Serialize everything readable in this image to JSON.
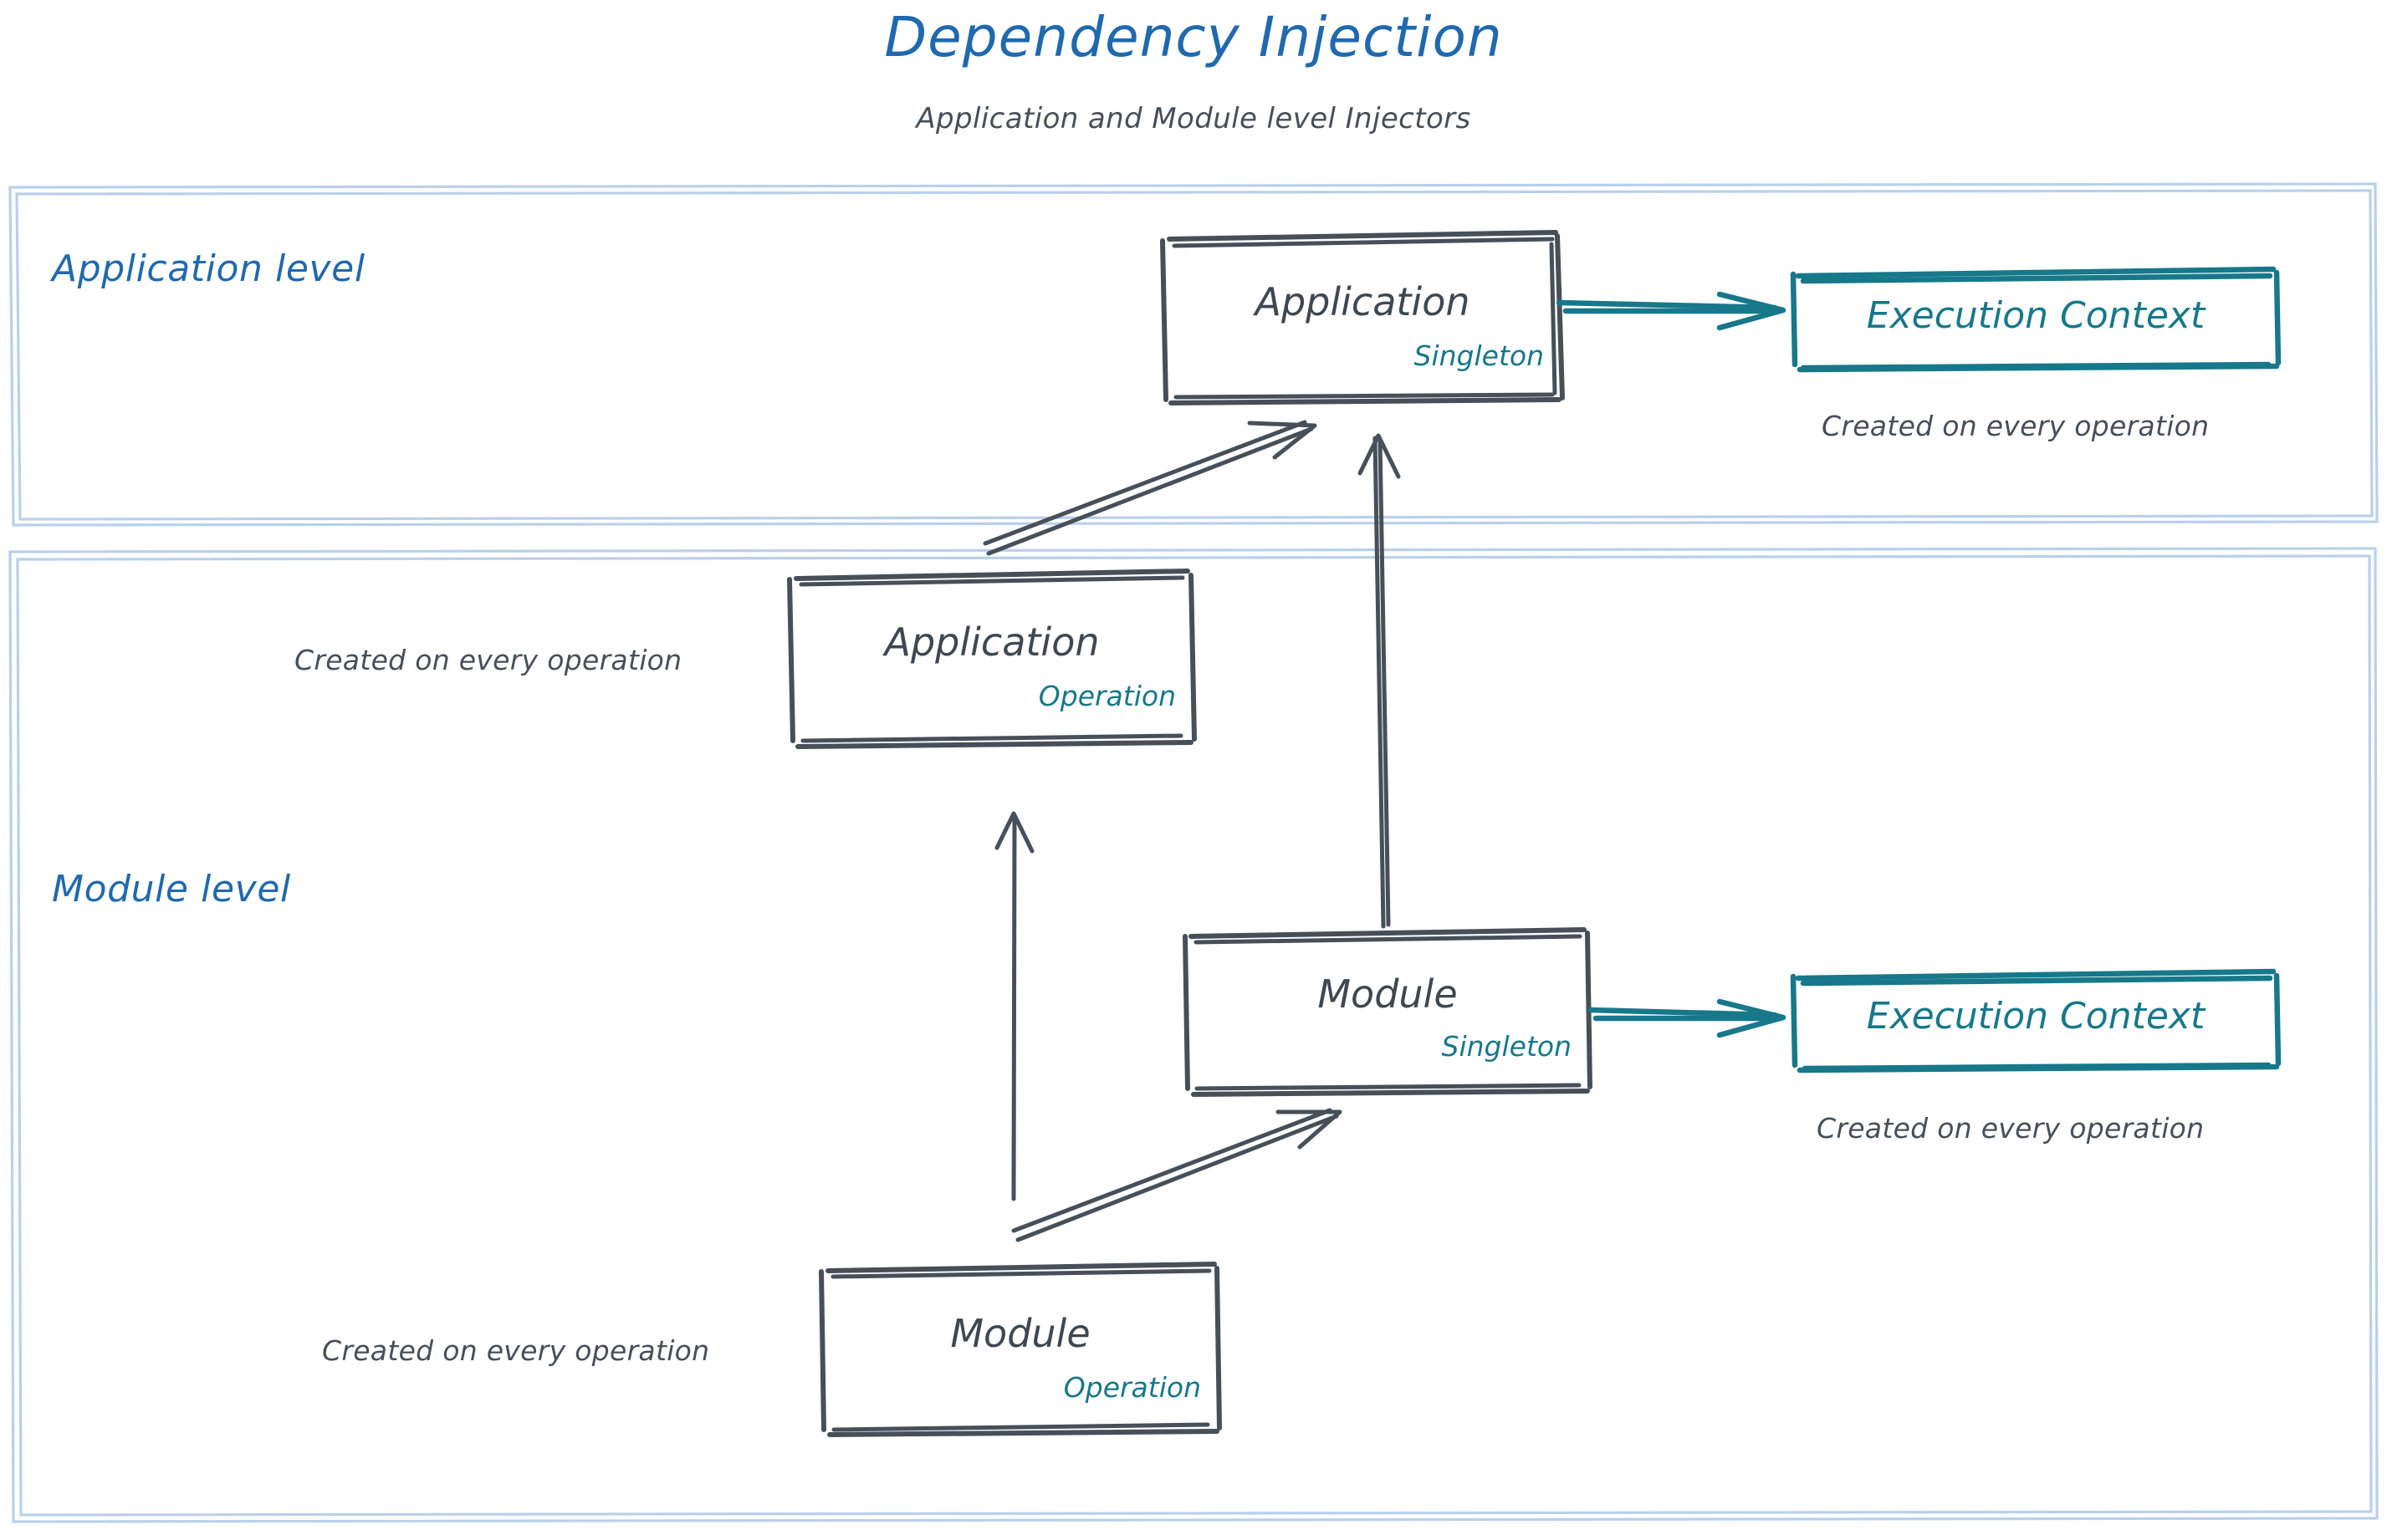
{
  "header": {
    "title": "Dependency Injection",
    "subtitle": "Application and Module level Injectors"
  },
  "colors": {
    "title_blue": "#2069ae",
    "panel_border": "#b9d0ea",
    "node_stroke": "#474f59",
    "accent_teal": "#17788a",
    "text_dark": "#3f4750",
    "background": "#ffffff"
  },
  "panels": [
    {
      "id": "application-level",
      "label": "Application level"
    },
    {
      "id": "module-level",
      "label": "Module level"
    }
  ],
  "nodes": {
    "application_singleton": {
      "label": "Application",
      "scope": "Singleton"
    },
    "application_operation": {
      "label": "Application",
      "scope": "Operation"
    },
    "module_singleton": {
      "label": "Module",
      "scope": "Singleton"
    },
    "module_operation": {
      "label": "Module",
      "scope": "Operation"
    },
    "execution_context_app": {
      "label": "Execution Context"
    },
    "execution_context_module": {
      "label": "Execution Context"
    }
  },
  "captions": {
    "app_context_note": "Created on every operation",
    "app_operation_note": "Created on every operation",
    "module_context_note": "Created on every operation",
    "module_operation_note": "Created on every operation"
  },
  "diagram": {
    "type": "flow",
    "edges": [
      {
        "from": "application_singleton",
        "to": "execution_context_app",
        "style": "teal-arrow"
      },
      {
        "from": "application_operation",
        "to": "application_singleton",
        "style": "dark-arrow-diagonal"
      },
      {
        "from": "module_singleton",
        "to": "application_singleton",
        "style": "dark-arrow-vertical"
      },
      {
        "from": "module_operation",
        "to": "application_operation",
        "style": "dark-arrow-vertical"
      },
      {
        "from": "module_operation",
        "to": "module_singleton",
        "style": "dark-arrow-diagonal"
      },
      {
        "from": "module_singleton",
        "to": "execution_context_module",
        "style": "teal-arrow"
      }
    ]
  }
}
